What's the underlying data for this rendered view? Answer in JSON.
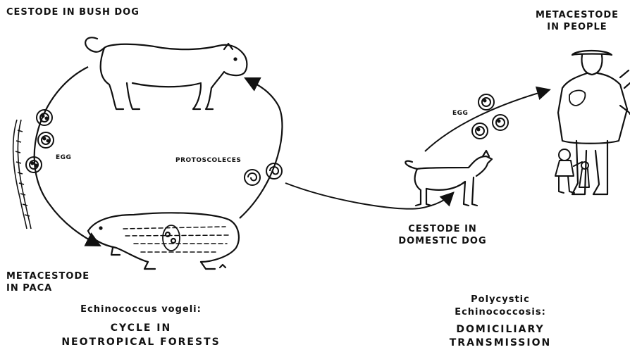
{
  "labels": {
    "cestode_bush_dog": "CESTODE IN BUSH DOG",
    "metacestode_people_1": "METACESTODE",
    "metacestode_people_2": "IN PEOPLE",
    "egg_left": "EGG",
    "egg_right": "EGG",
    "protoscoleces": "PROTOSCOLECES",
    "cestode_domestic_1": "CESTODE IN",
    "cestode_domestic_2": "DOMESTIC DOG",
    "metacestode_paca_1": "METACESTODE",
    "metacestode_paca_2": "IN PACA"
  },
  "captions": {
    "left_title": "Echinococcus vogeli:",
    "left_line1": "CYCLE IN",
    "left_line2": "NEOTROPICAL FORESTS",
    "right_title1": "Polycystic",
    "right_title2": "Echinococcosis:",
    "right_line1": "DOMICILIARY",
    "right_line2": "TRANSMISSION"
  },
  "colors": {
    "ink": "#111111",
    "background": "#ffffff"
  }
}
